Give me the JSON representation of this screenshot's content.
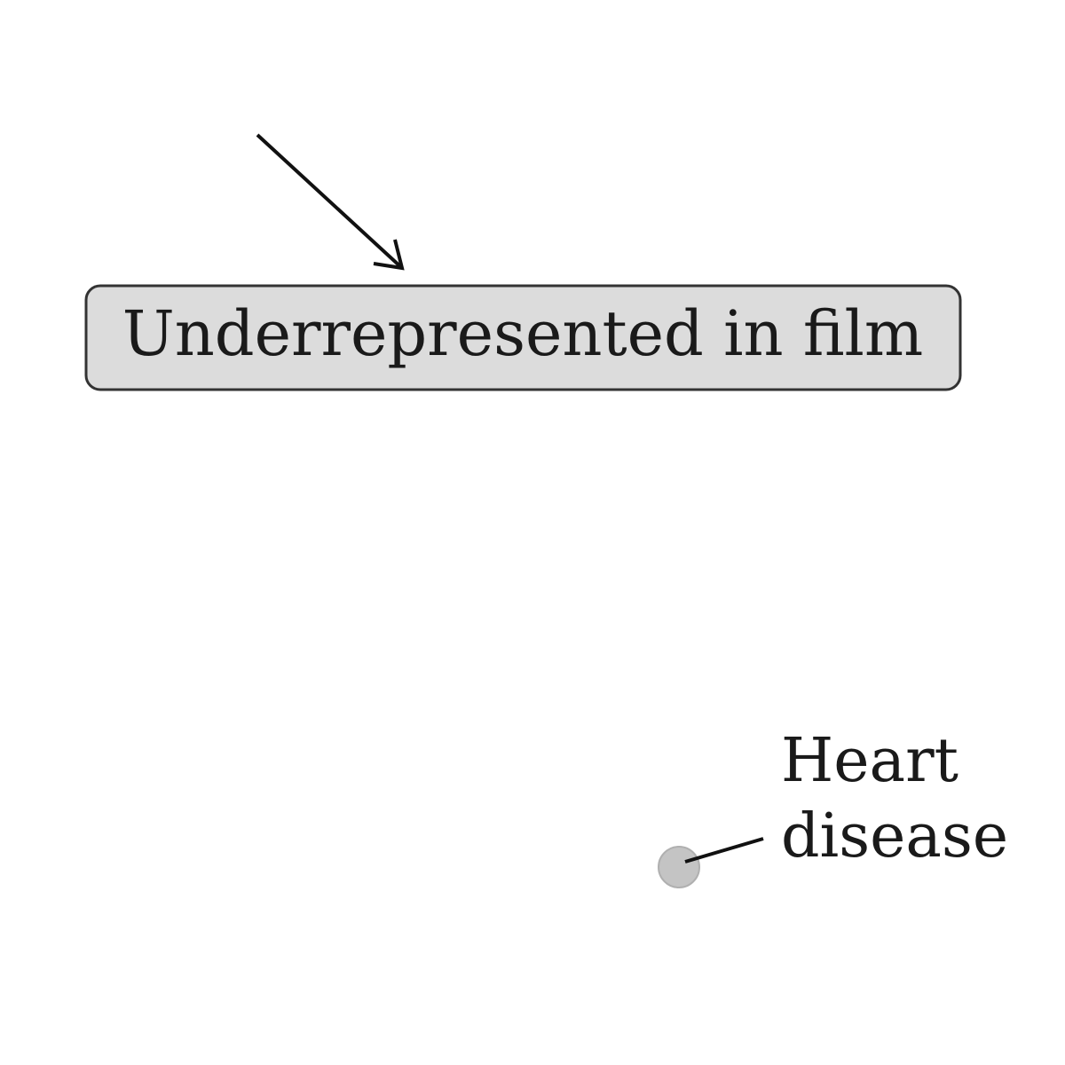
{
  "chart_data": {
    "type": "scatter",
    "title": "",
    "xlabel": "",
    "ylabel": "",
    "grid": false,
    "points": [
      {
        "label_lines": [
          "Heart",
          "disease"
        ],
        "color": "#c4c4c4"
      }
    ],
    "annotations": [
      {
        "text": "Underrepresented in film",
        "box_fill": "#dcdcdc",
        "box_edge": "#333333",
        "arrow": true
      }
    ]
  }
}
